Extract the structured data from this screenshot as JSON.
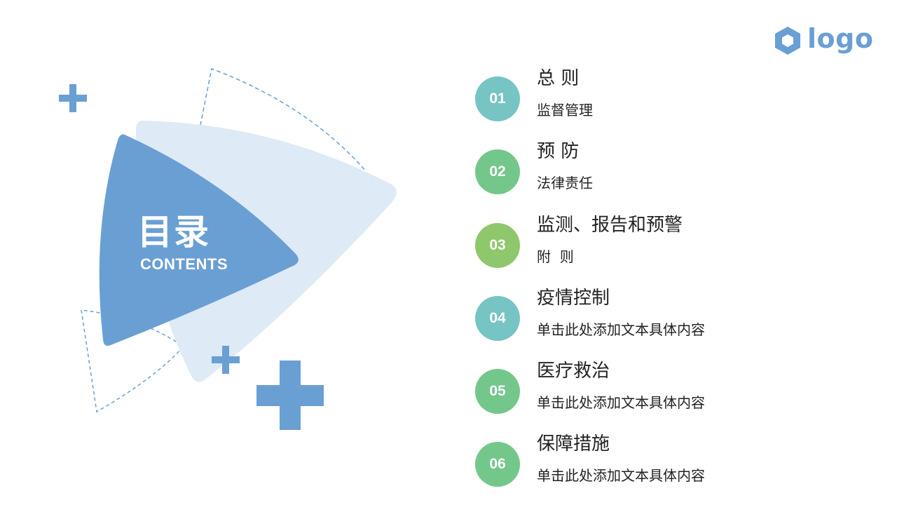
{
  "logo": {
    "icon": "hexagon-logo-icon",
    "text": "logo"
  },
  "title": {
    "main": "目录",
    "sub": "CONTENTS"
  },
  "colors": {
    "primary_blue": "#6a9fd4",
    "light_blue": "#deeaf6",
    "teal": "#77c4c4",
    "green": "#73c78b",
    "lime": "#8ec76c"
  },
  "items": [
    {
      "number": "01",
      "title": "总 则",
      "subtitle": "监督管理",
      "color": "#77c4c4"
    },
    {
      "number": "02",
      "title": "预 防",
      "subtitle": "法律责任",
      "color": "#73c78b"
    },
    {
      "number": "03",
      "title": "监测、报告和预警",
      "subtitle": "附  则",
      "color": "#8ec76c"
    },
    {
      "number": "04",
      "title": "疫情控制",
      "subtitle": "单击此处添加文本具体内容",
      "color": "#77c4c4"
    },
    {
      "number": "05",
      "title": "医疗救治",
      "subtitle": "单击此处添加文本具体内容",
      "color": "#73c78b"
    },
    {
      "number": "06",
      "title": "保障措施",
      "subtitle": "单击此处添加文本具体内容",
      "color": "#73c78b"
    }
  ]
}
